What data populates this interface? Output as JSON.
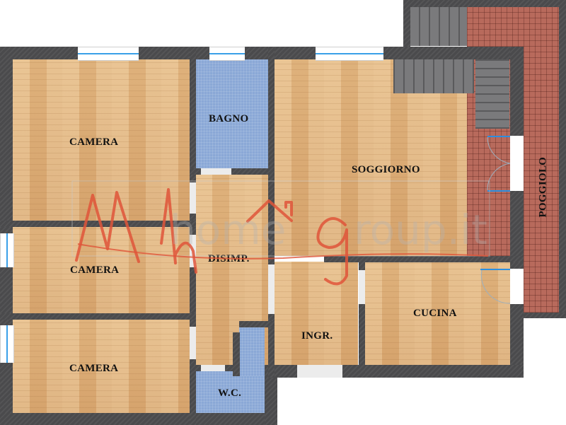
{
  "floorplan": {
    "rooms": [
      {
        "id": "camera-1",
        "label": "CAMERA",
        "type": "bedroom",
        "floor": "wood"
      },
      {
        "id": "bagno",
        "label": "BAGNO",
        "type": "bathroom",
        "floor": "blue-tile"
      },
      {
        "id": "soggiorno",
        "label": "SOGGIORNO",
        "type": "living-room",
        "floor": "wood"
      },
      {
        "id": "poggiolo",
        "label": "POGGIOLO",
        "type": "balcony",
        "floor": "terracotta-tile"
      },
      {
        "id": "camera-2",
        "label": "CAMERA",
        "type": "bedroom",
        "floor": "wood"
      },
      {
        "id": "disimp",
        "label": "DISIMP.",
        "type": "hallway",
        "floor": "wood"
      },
      {
        "id": "camera-3",
        "label": "CAMERA",
        "type": "bedroom",
        "floor": "wood"
      },
      {
        "id": "wc",
        "label": "W.C.",
        "type": "toilet",
        "floor": "blue-tile"
      },
      {
        "id": "ingr",
        "label": "INGR.",
        "type": "entrance",
        "floor": "wood"
      },
      {
        "id": "cucina",
        "label": "CUCINA",
        "type": "kitchen",
        "floor": "wood"
      }
    ],
    "watermark": {
      "text_script": "My",
      "text_light": "home",
      "text_script2": "g",
      "text_light2": "roup.it",
      "full": "Myhomegroup.it"
    },
    "colors": {
      "wall": "#4a4a4c",
      "wood": "#dcae78",
      "blue_tile": "#8aa8d6",
      "terracotta_tile": "#b86a5c",
      "stairs": "#6e6e70",
      "window_glass": "#3aa0e8",
      "watermark_red": "#e0553a",
      "watermark_gray": "#b4b4b4"
    }
  }
}
